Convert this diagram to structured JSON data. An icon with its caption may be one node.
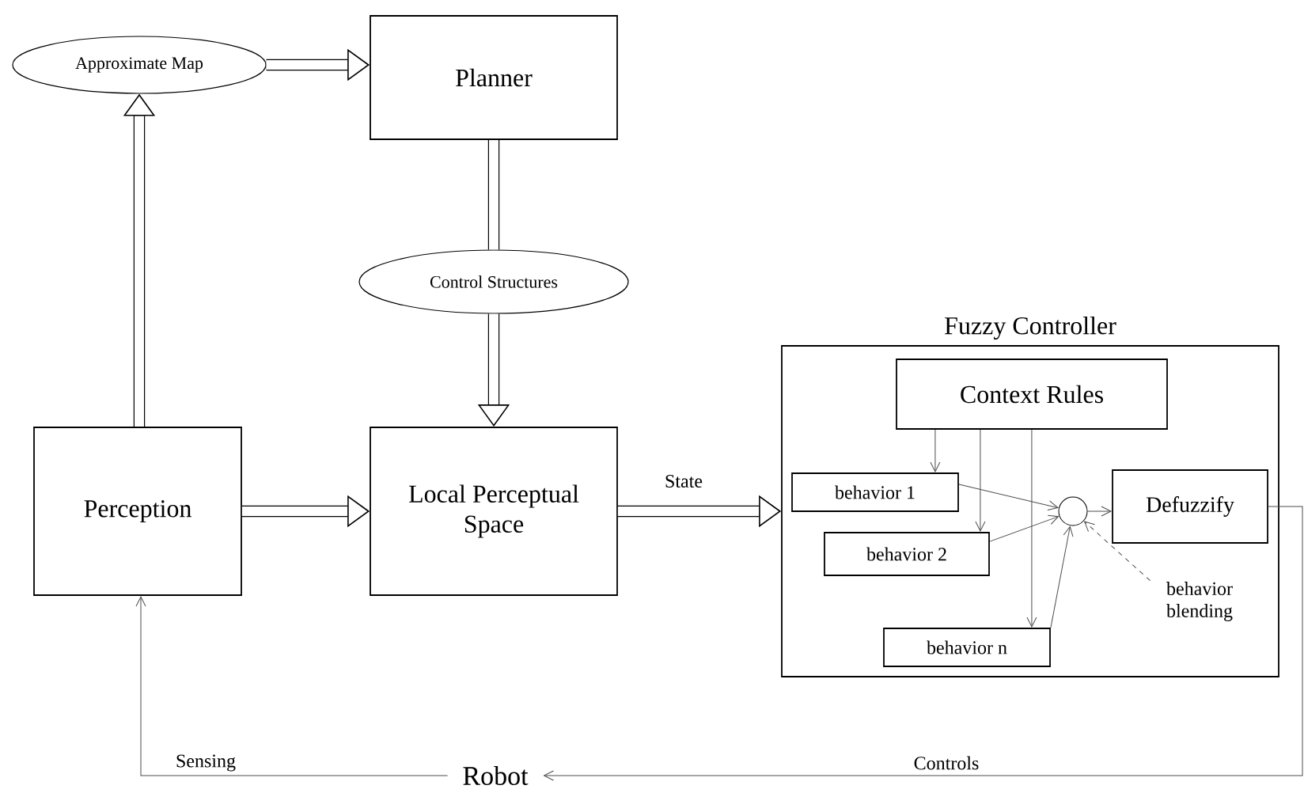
{
  "diagram": {
    "nodes": [
      {
        "text": [
          "Approximate Map"
        ]
      },
      {
        "text": [
          "Planner"
        ]
      },
      {
        "text": [
          "Control Structures"
        ]
      },
      {
        "text": [
          "Perception"
        ]
      },
      {
        "text": [
          "Local Perceptual Space"
        ]
      },
      {
        "text": [
          "Fuzzy Controller"
        ]
      },
      {
        "text": [
          "Context Rules"
        ],
        "in": 5
      },
      {
        "text": [
          "behavior 1"
        ],
        "in": 5
      },
      {
        "text": [
          "behavior 2"
        ],
        "in": 5
      },
      {
        "text": [
          "behavior n"
        ],
        "in": 5
      },
      {
        "text": [],
        "shape": "circle",
        "in": 5
      },
      {
        "text": [
          "Defuzzify"
        ],
        "in": 5
      },
      {
        "text": [
          "behavior blending"
        ],
        "in": 5
      },
      {
        "text": [
          "Robot"
        ]
      }
    ],
    "edges": [
      {
        "from": 0,
        "to": 1,
        "arrow": "to",
        "style": "thick"
      },
      {
        "from": 3,
        "to": 0,
        "arrow": "to",
        "style": "thick"
      },
      {
        "from": 1,
        "to": 2,
        "arrow": "none",
        "style": "thick"
      },
      {
        "from": 2,
        "to": 4,
        "arrow": "to",
        "style": "thick"
      },
      {
        "from": 3,
        "to": 4,
        "arrow": "to",
        "style": "thick"
      },
      {
        "from": 4,
        "to": 5,
        "arrow": "to",
        "label": "State",
        "style": "thick"
      },
      {
        "from": 6,
        "to": 7,
        "arrow": "to"
      },
      {
        "from": 6,
        "to": 8,
        "arrow": "to"
      },
      {
        "from": 6,
        "to": 9,
        "arrow": "to"
      },
      {
        "from": 7,
        "to": 10,
        "arrow": "to"
      },
      {
        "from": 8,
        "to": 10,
        "arrow": "to"
      },
      {
        "from": 9,
        "to": 10,
        "arrow": "to"
      },
      {
        "from": 12,
        "to": 10,
        "arrow": "to",
        "style": "dashed"
      },
      {
        "from": 10,
        "to": 11,
        "arrow": "to"
      },
      {
        "from": 11,
        "to": 13,
        "arrow": "to",
        "label": "Controls"
      },
      {
        "from": 13,
        "to": 3,
        "arrow": "to",
        "label": "Sensing"
      }
    ]
  }
}
